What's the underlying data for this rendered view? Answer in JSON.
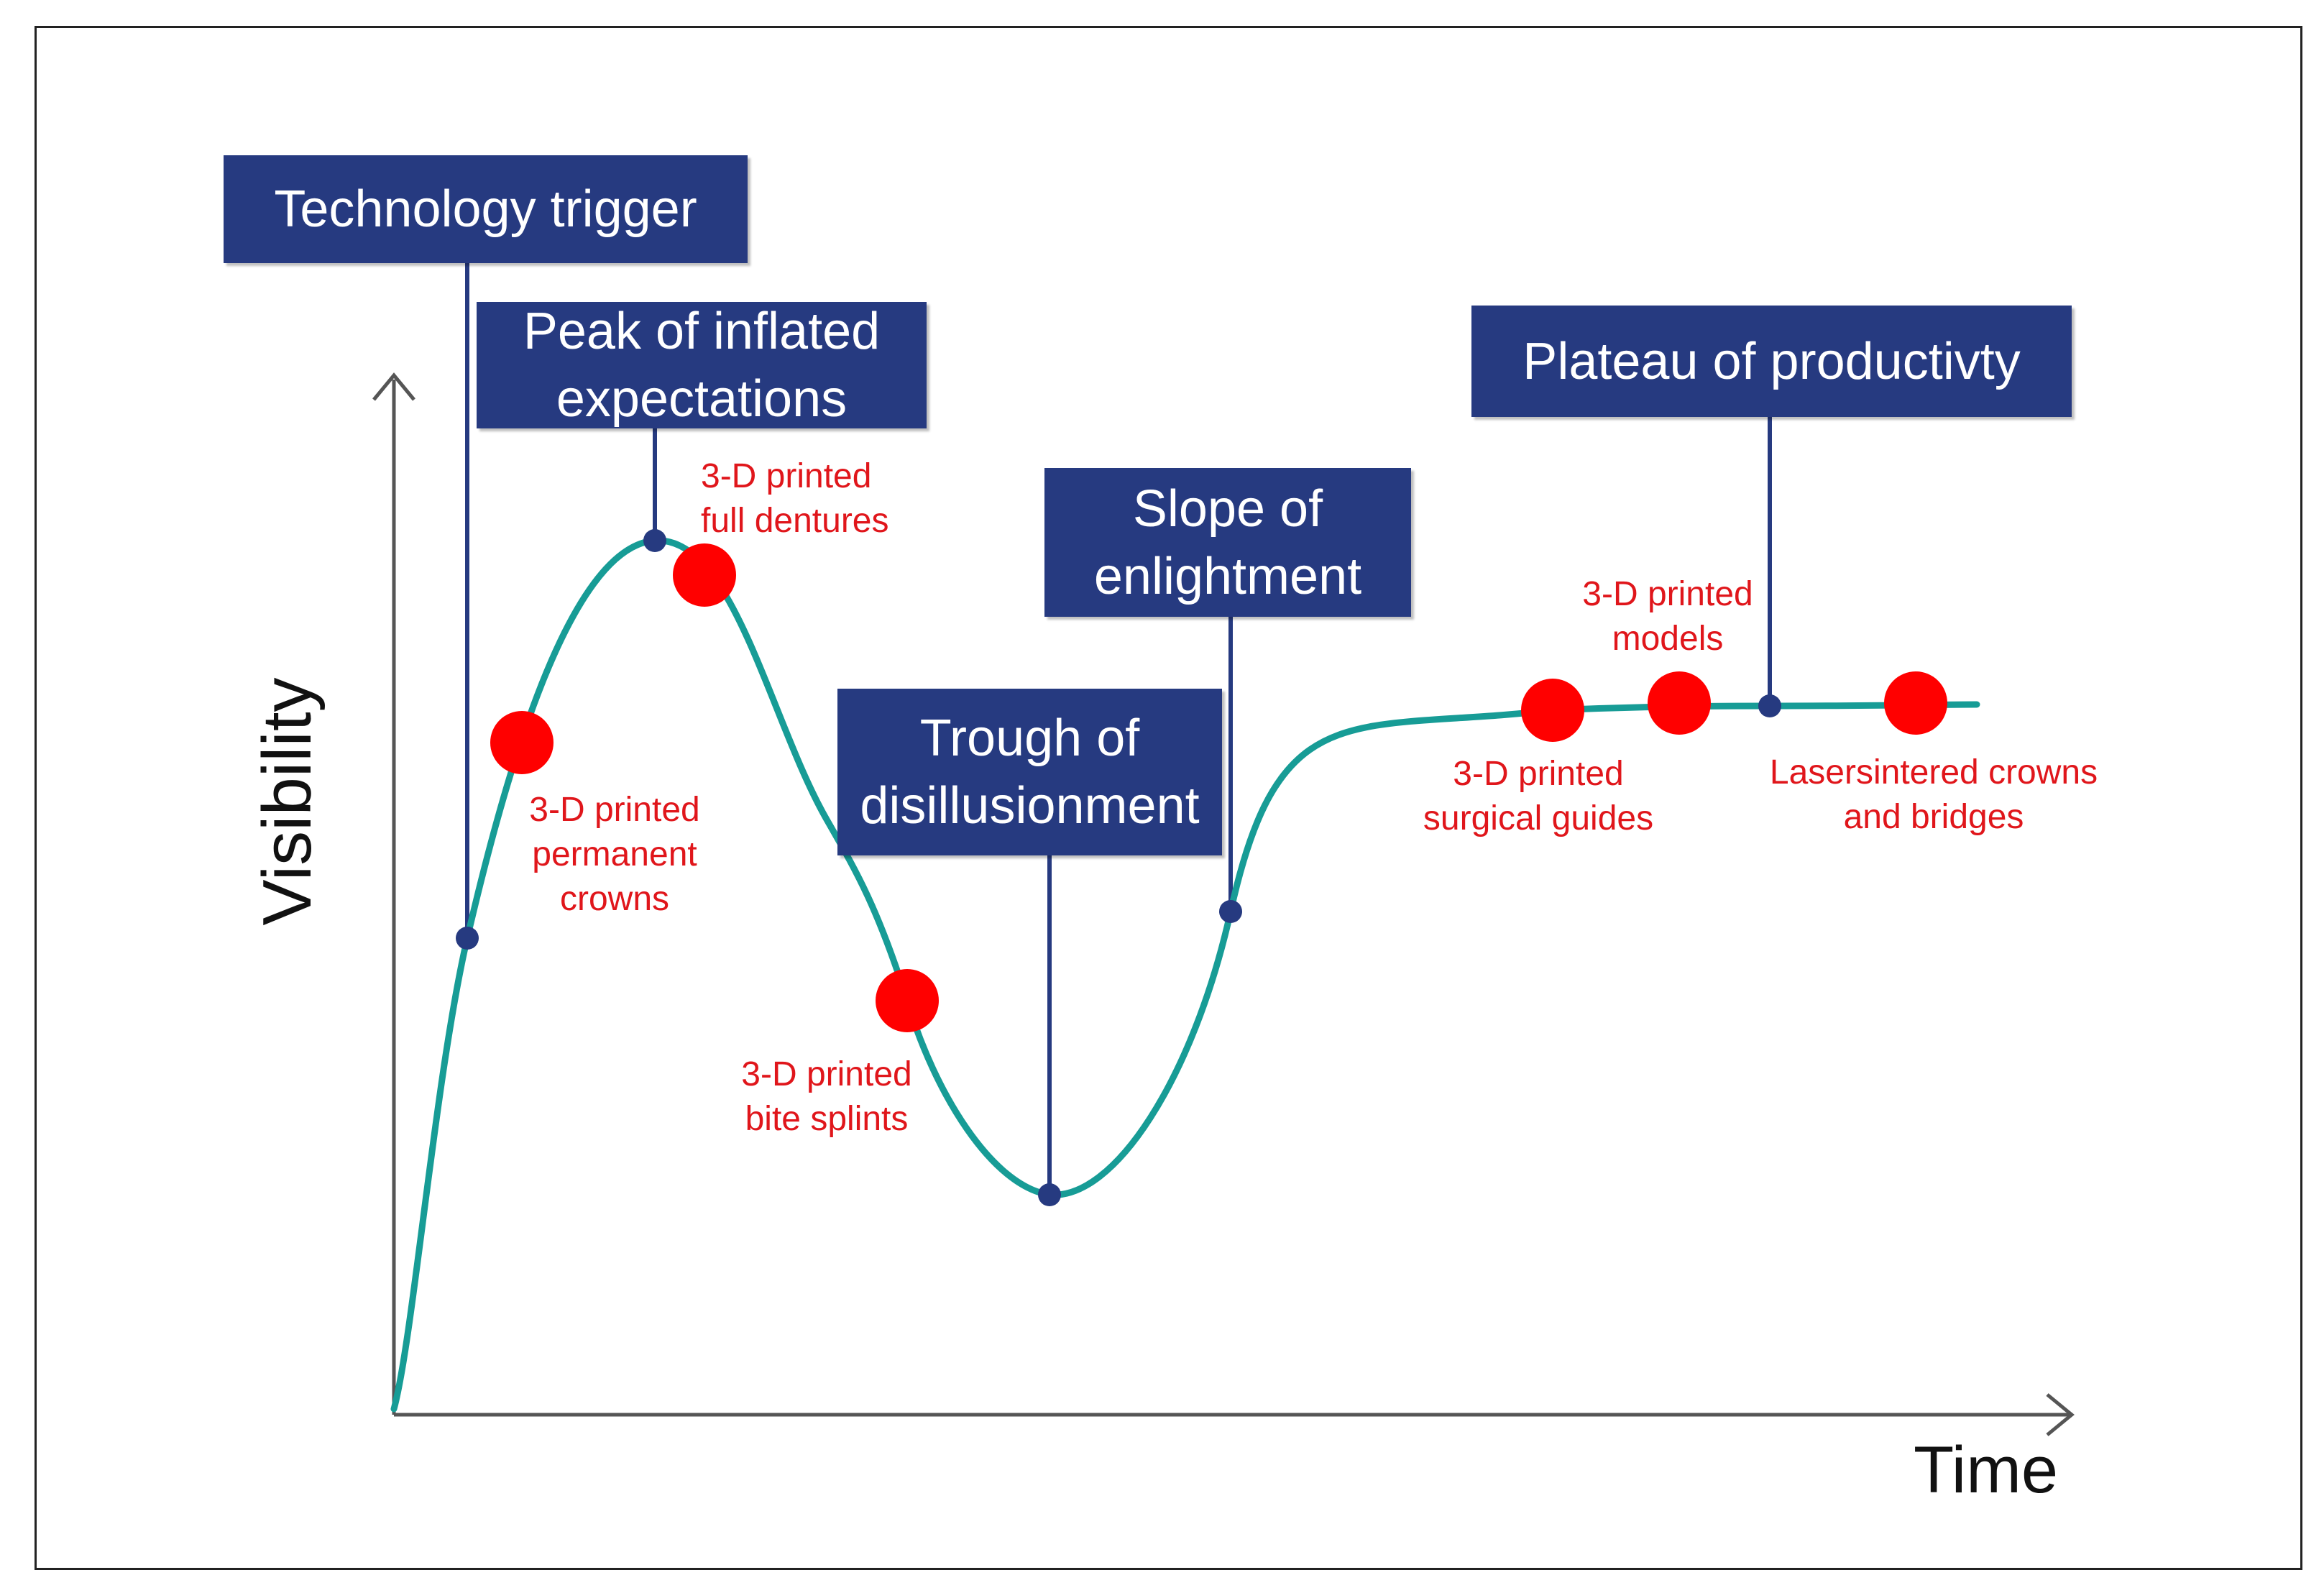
{
  "colors": {
    "curve": "#179c96",
    "stage_box": "#263a80",
    "connector": "#263a80",
    "marker": "#ff0000",
    "annotation_text": "#e0161b",
    "axis": "#555555"
  },
  "axes": {
    "y_label": "Visibility",
    "x_label": "Time"
  },
  "stages": [
    {
      "id": "technology-trigger",
      "lines": [
        "Technology trigger"
      ]
    },
    {
      "id": "peak",
      "lines": [
        "Peak of inflated",
        "expectations"
      ]
    },
    {
      "id": "trough",
      "lines": [
        "Trough of",
        "disillusionment"
      ]
    },
    {
      "id": "slope",
      "lines": [
        "Slope of",
        "enlightment"
      ]
    },
    {
      "id": "plateau",
      "lines": [
        "Plateau of productivty"
      ]
    }
  ],
  "annotations": [
    {
      "id": "permanent-crowns",
      "lines": [
        "3-D printed",
        "permanent",
        "crowns"
      ]
    },
    {
      "id": "full-dentures",
      "lines": [
        "3-D printed",
        "full dentures"
      ]
    },
    {
      "id": "bite-splints",
      "lines": [
        "3-D printed",
        "bite splints"
      ]
    },
    {
      "id": "surgical-guides",
      "lines": [
        "3-D printed",
        "surgical guides"
      ]
    },
    {
      "id": "models",
      "lines": [
        "3-D printed",
        "models"
      ]
    },
    {
      "id": "crowns-bridges",
      "lines": [
        "Lasersintered crowns",
        "and bridges"
      ]
    }
  ]
}
